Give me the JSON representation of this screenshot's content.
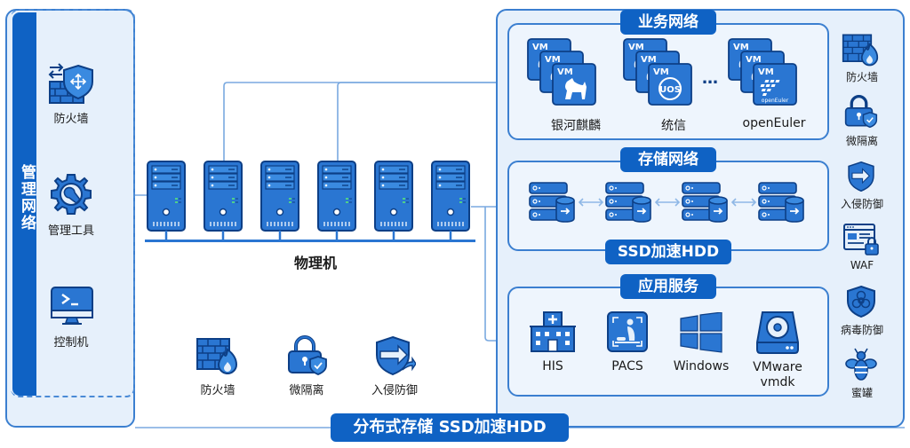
{
  "management": {
    "title": "管理网络",
    "items": [
      {
        "label": "防火墙",
        "icon": "firewall-router-icon"
      },
      {
        "label": "管理工具",
        "icon": "gear-wrench-icon"
      },
      {
        "label": "控制机",
        "icon": "console-monitor-icon"
      }
    ]
  },
  "servers": {
    "label": "物理机",
    "count": 6
  },
  "bottom_security": [
    {
      "label": "防火墙",
      "icon": "firewall-flame-icon"
    },
    {
      "label": "微隔离",
      "icon": "lock-shield-icon"
    },
    {
      "label": "入侵防御",
      "icon": "shield-arrow-icon"
    }
  ],
  "business_network": {
    "title": "业务网络",
    "vm_badge": "VM",
    "ellipsis": "…",
    "groups": [
      {
        "label": "银河麒麟",
        "icon": "kylin-icon"
      },
      {
        "label": "统信",
        "icon": "uos-icon"
      },
      {
        "label": "openEuler",
        "icon": "openeuler-icon",
        "badge_text": "openEuler"
      }
    ]
  },
  "storage_network": {
    "title": "存储网络",
    "nodes": 4,
    "footer": "SSD加速HDD"
  },
  "app_services": {
    "title": "应用服务",
    "items": [
      {
        "label": "HIS",
        "icon": "hospital-icon"
      },
      {
        "label": "PACS",
        "icon": "pacs-scan-icon"
      },
      {
        "label": "Windows",
        "icon": "windows-icon"
      },
      {
        "label": "VMware\nvmdk",
        "line1": "VMware",
        "line2": "vmdk",
        "icon": "disk-drive-icon"
      }
    ]
  },
  "right_security": [
    {
      "label": "防火墙",
      "icon": "firewall-flame-icon"
    },
    {
      "label": "微隔离",
      "icon": "lock-shield-icon"
    },
    {
      "label": "入侵防御",
      "icon": "shield-arrow-icon"
    },
    {
      "label": "WAF",
      "icon": "waf-lock-icon"
    },
    {
      "label": "病毒防御",
      "icon": "biohazard-shield-icon"
    },
    {
      "label": "蜜罐",
      "icon": "bee-icon"
    }
  ],
  "footer": {
    "title": "分布式存储 SSD加速HDD"
  },
  "colors": {
    "primary": "#0f62c4",
    "icon_fill": "#2a76d2",
    "icon_stroke": "#0d3f86",
    "panel_bg": "#e6f0fb",
    "line": "#7aa9e0"
  }
}
